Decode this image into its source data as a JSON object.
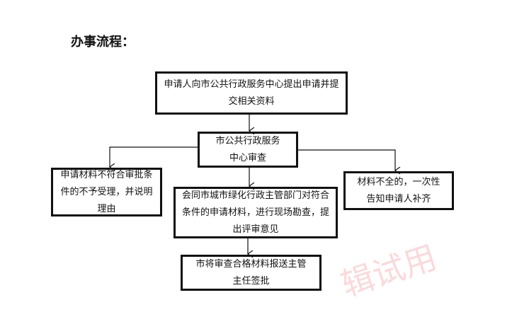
{
  "title": "办事流程：",
  "watermark": "编辑试用",
  "steps": {
    "submit": "申请人向市公共行政服务中心提出申请并提交相关资料",
    "review": "市公共行政服务中心审查",
    "reject": "申请材料不符合审批条件的不予受理，并说明理由",
    "incomplete": "材料不全的，一次性告知申请人补齐",
    "inspect": "会同市城市绿化行政主管部门对符合条件的申请材料，进行现场勘查，提出评审意见",
    "approve": "市将审查合格材料报送主管主任签批"
  }
}
